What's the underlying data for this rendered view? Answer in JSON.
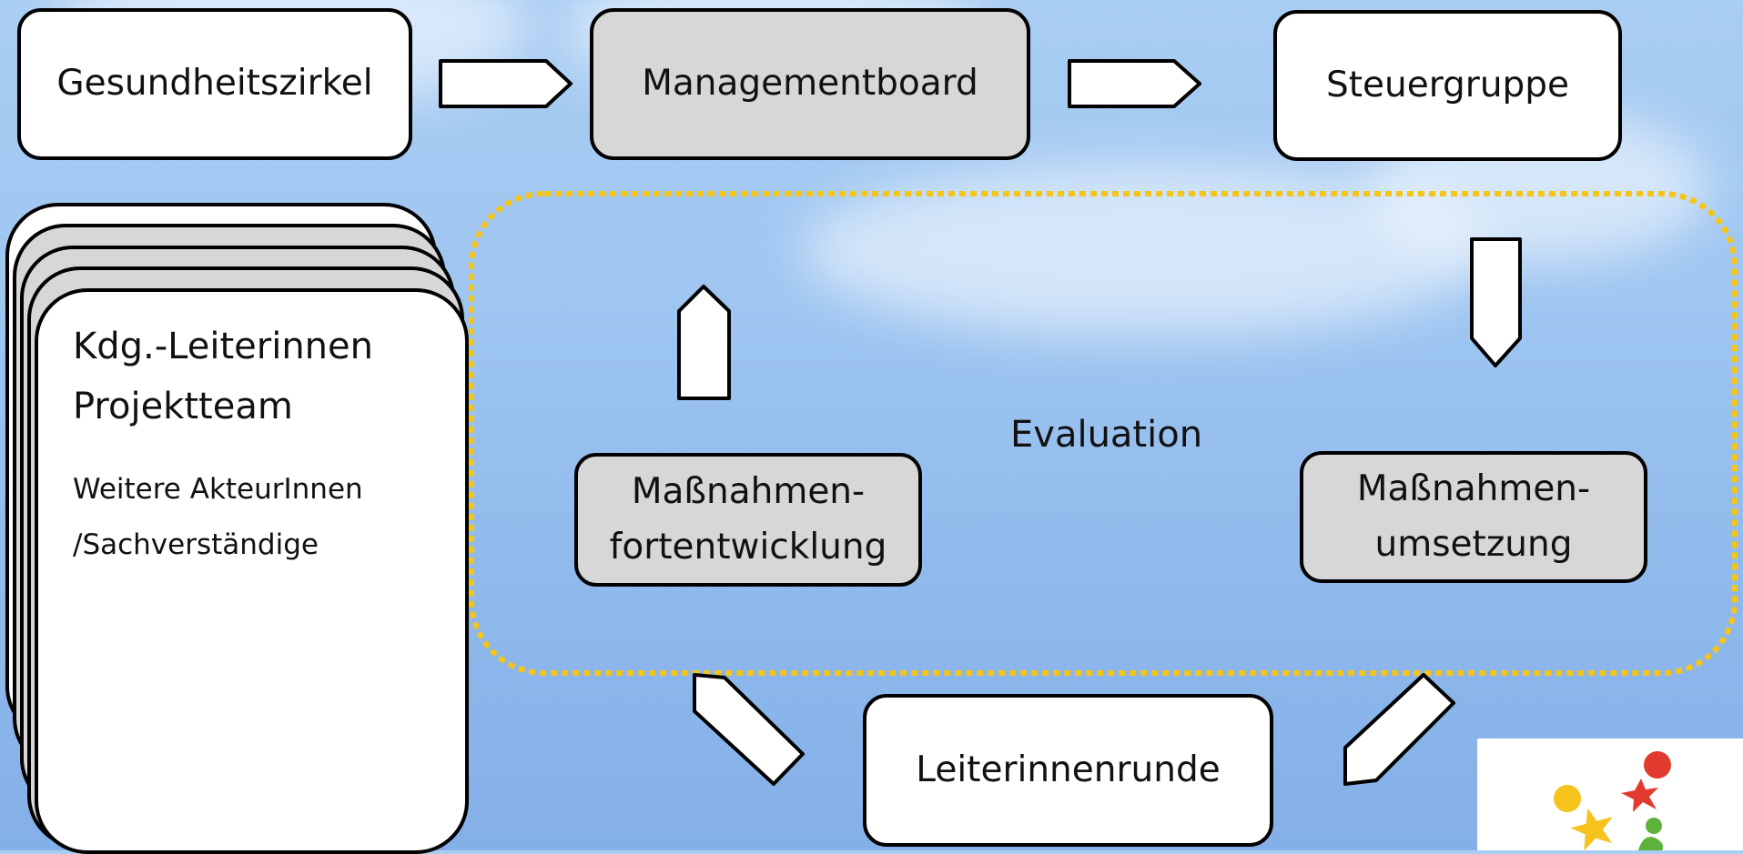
{
  "boxes": {
    "gesundheitszirkel": "Gesundheitszirkel",
    "managementboard": "Managementboard",
    "steuergruppe": "Steuergruppe",
    "massnahmen_fortentwicklung_1": "Maßnahmen-",
    "massnahmen_fortentwicklung_2": "fortentwicklung",
    "massnahmen_umsetzung_1": "Maßnahmen-",
    "massnahmen_umsetzung_2": "umsetzung",
    "leiterinnenrunde": "Leiterinnenrunde"
  },
  "stack": {
    "line1": "Kdg.-Leiterinnen",
    "line2": "Projektteam",
    "line3": "Weitere AkteurInnen",
    "line4": "/Sachverständige"
  },
  "loop_label": "Evaluation",
  "colors": {
    "box_white": "#ffffff",
    "box_grey": "#d7d7d7",
    "loop_border": "#f5c518",
    "logo_red": "#e23a2e",
    "logo_yellow": "#f6c21c",
    "logo_green": "#5cb23a"
  }
}
